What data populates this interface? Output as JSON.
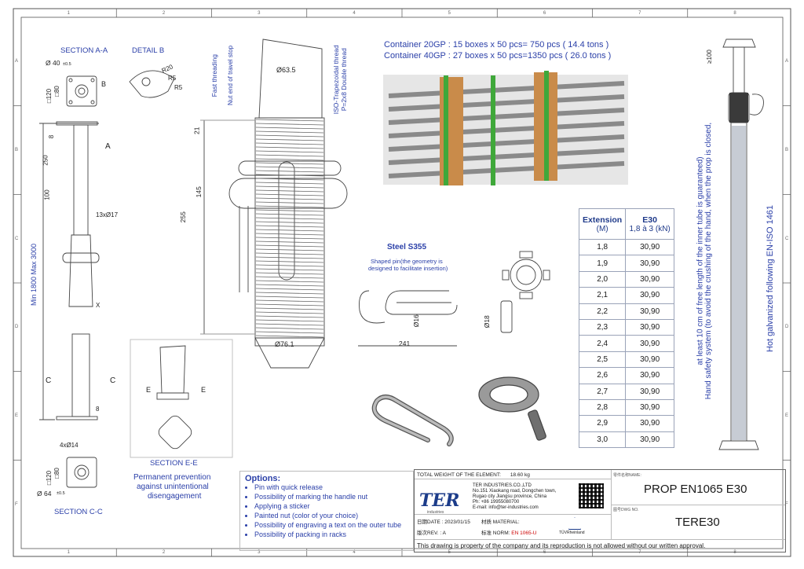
{
  "title_block": {
    "product_title": "PROP EN1065 E30",
    "code": "TERE30",
    "weight_label": "TOTAL WEIGHT OF THE ELEMENT:",
    "weight_value": "18.60 kg",
    "company_name": "TER INDUSTRIES.CO.,LTD",
    "address_line1": "No.151 Xiaokang road, Dongchen town,",
    "address_line2": "Rugao city Jiangsu province, China",
    "phone": "Ph: +86 19955080700",
    "email": "E-mail: info@ter-industries.com",
    "logo_text": "TER",
    "logo_sub": "industries",
    "date_label": "日期DATE :",
    "date_value": "2023/01/15",
    "material_label": "材质 MATERIAL:",
    "rev_label": "版次REV. :",
    "rev_value": "A",
    "norm_label": "标准 NORM:",
    "norm_value": "EN 1065-U",
    "cert_label": "TÜVRheinland",
    "desc_label": "零件名称NAME:",
    "dwg_label": "图号DWG NO.",
    "disclaimer": "This drawing is property of the company and its reproduction is not allowed without our written approval."
  },
  "container": {
    "line1": "Container 20GP  :  15 boxes x 50 pcs= 750 pcs   ( 14.4 tons )",
    "line2": "Container 40GP  :  27 boxes x 50 pcs=1350 pcs   ( 26.0 tons )"
  },
  "table": {
    "h1": "Extension",
    "h1_sub": "(M)",
    "h2": "E30",
    "h2_sub": "1,8 à 3 (kN)",
    "rows": [
      [
        "1,8",
        "30,90"
      ],
      [
        "1,9",
        "30,90"
      ],
      [
        "2,0",
        "30,90"
      ],
      [
        "2,1",
        "30,90"
      ],
      [
        "2,2",
        "30,90"
      ],
      [
        "2,3",
        "30,90"
      ],
      [
        "2,4",
        "30,90"
      ],
      [
        "2,5",
        "30,90"
      ],
      [
        "2,6",
        "30,90"
      ],
      [
        "2,7",
        "30,90"
      ],
      [
        "2,8",
        "30,90"
      ],
      [
        "2,9",
        "30,90"
      ],
      [
        "3,0",
        "30,90"
      ]
    ]
  },
  "options": {
    "title": "Options:",
    "items": [
      "Pin with quick release",
      "Possibility of marking the handle nut",
      "Applying a sticker",
      "Painted nut (color of your choice)",
      "Possibility of engraving a text on the outer tube",
      "Possibility of packing in racks"
    ]
  },
  "notes": {
    "permanent": [
      "Permanent prevention",
      "against unintentional",
      "disengagement"
    ],
    "steel": "Steel S355",
    "shaped_pin": [
      "Shaped pin(the geometry is",
      "designed to facilitate insertion)"
    ],
    "hand_safety_1": "Hand safety system (to avoid the crushing of the hand, when the prop is closed,",
    "hand_safety_2": "at least 10 cm of free length of the inner tube is guaranteed)",
    "galvanized": "Hot galvanized following EN-ISO 1461"
  },
  "sections": {
    "a": "SECTION A-A",
    "b": "DETAIL B",
    "c": "SECTION C-C",
    "e": "SECTION E-E"
  },
  "dims": {
    "d40": "Ø 40",
    "d40_tol": "±0.5",
    "sq120": "□120",
    "sq80": "□80",
    "b": "B",
    "r20": "R20",
    "r5a": "R5",
    "r5b": "R5",
    "d63": "Ø63.5",
    "d761": "Ø76.1",
    "fast": "Fast threading",
    "nut": "Nut end of travel stop",
    "iso1": "ISO-Trapezoidal thread",
    "iso2": "P=2x8 Double thread",
    "v21": "21",
    "v145": "145",
    "v255": "255",
    "v8": "8",
    "v250": "250",
    "v100": "100",
    "v13": "13xØ17",
    "minmax": "Min 1800  Max 3000",
    "a": "A",
    "c": "C",
    "e": "E",
    "x": "X",
    "v8b": "8",
    "d14": "4xØ14",
    "sq120c": "□120",
    "sq80c": "□80",
    "d64": "Ø 64",
    "d64_tol": "±0.5",
    "d16": "Ø16",
    "d18": "Ø18",
    "v241": "241",
    "v100r": "≥100"
  },
  "frame": {
    "cols": [
      "1",
      "2",
      "3",
      "4",
      "5",
      "6",
      "7",
      "8"
    ],
    "rows": [
      "A",
      "B",
      "C",
      "D",
      "E",
      "F"
    ]
  }
}
